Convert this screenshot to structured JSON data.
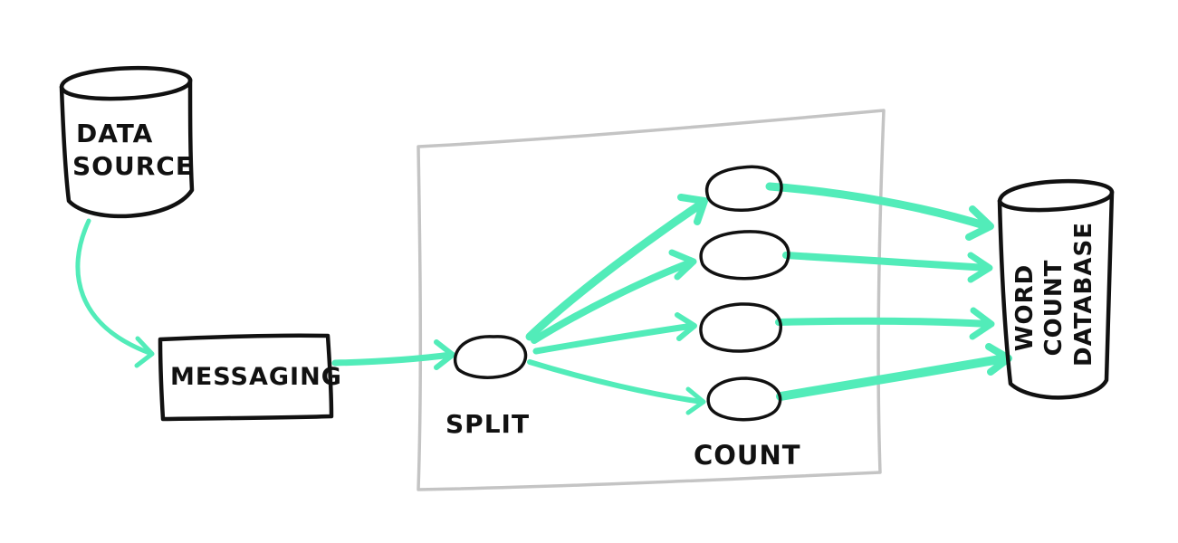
{
  "colors": {
    "ink": "#111111",
    "flow": "#52ecb9",
    "frame": "#c4c4c4",
    "background": "#ffffff"
  },
  "nodes": {
    "data_source": {
      "shape": "cylinder",
      "label_line1": "DATA",
      "label_line2": "SOURCE"
    },
    "messaging": {
      "shape": "box",
      "label": "MESSAGING"
    },
    "split": {
      "shape": "ellipse",
      "label": "SPLIT"
    },
    "count": {
      "shape": "ellipse-group",
      "count": 4,
      "label": "COUNT"
    },
    "word_count_database": {
      "shape": "cylinder",
      "label_line1": "WORD",
      "label_line2": "COUNT",
      "label_line3": "DATABASE"
    }
  },
  "edges": [
    {
      "from": "data_source",
      "to": "messaging"
    },
    {
      "from": "messaging",
      "to": "split"
    },
    {
      "from": "split",
      "to": "count-1"
    },
    {
      "from": "split",
      "to": "count-2"
    },
    {
      "from": "split",
      "to": "count-3"
    },
    {
      "from": "split",
      "to": "count-4"
    },
    {
      "from": "count-1",
      "to": "word_count_database"
    },
    {
      "from": "count-2",
      "to": "word_count_database"
    },
    {
      "from": "count-3",
      "to": "word_count_database"
    },
    {
      "from": "count-4",
      "to": "word_count_database"
    }
  ]
}
